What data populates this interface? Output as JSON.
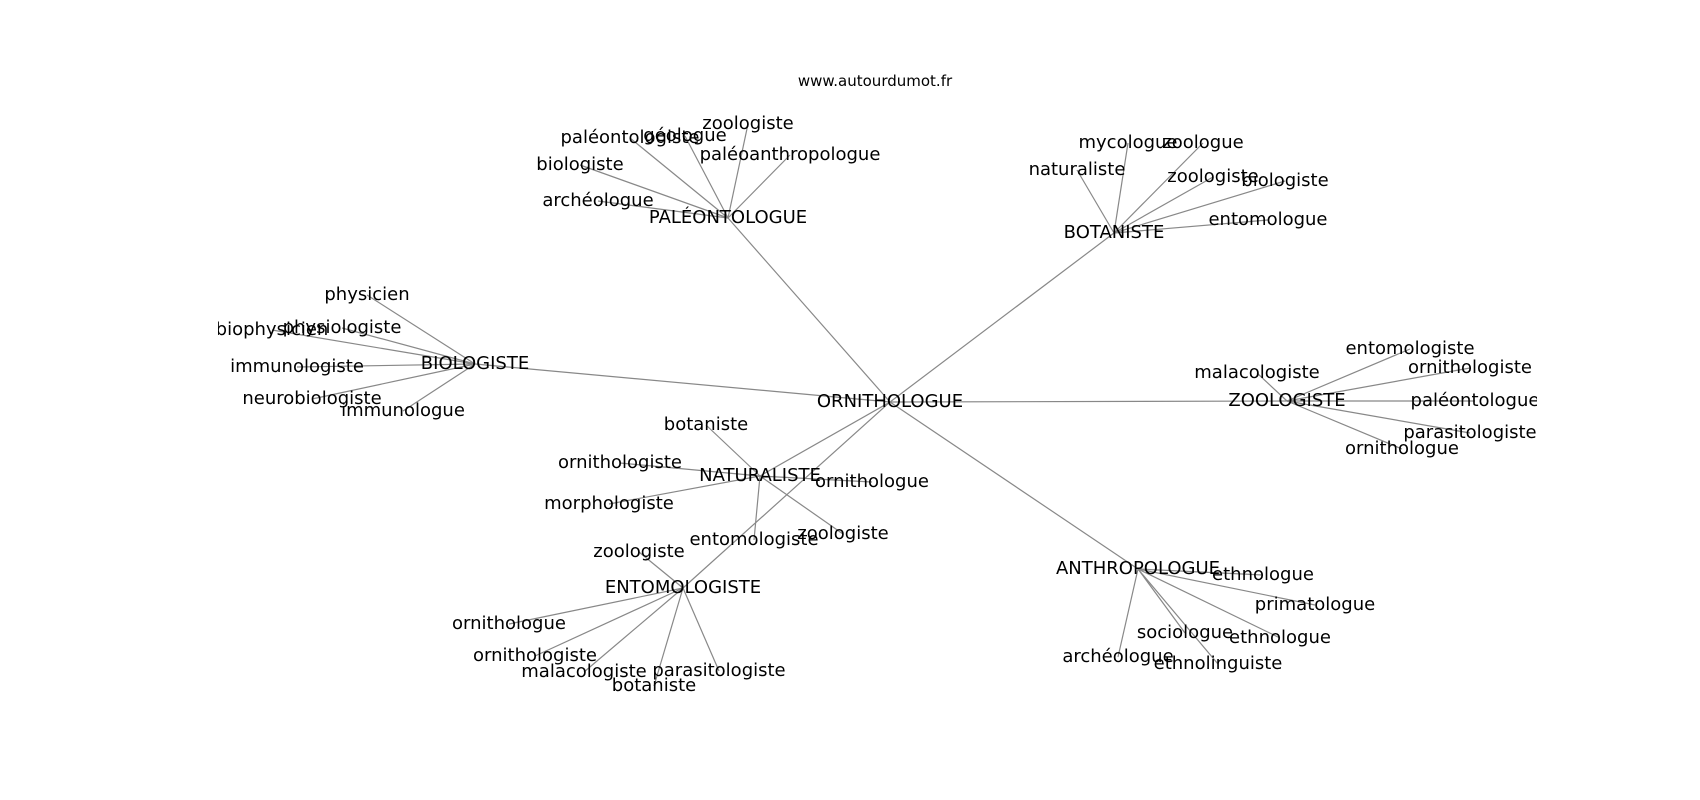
{
  "watermark": "www.autourdumot.fr",
  "colors": {
    "edge": "#888888",
    "text": "#000000",
    "background": "#ffffff"
  },
  "graph": {
    "center": "ORNITHOLOGUE",
    "clusters": [
      {
        "hub": "PALÉONTOLOGUE",
        "leaves": [
          "zoologiste",
          "paléontologiste",
          "géologue",
          "paléoanthropologue",
          "biologiste",
          "archéologue"
        ]
      },
      {
        "hub": "BOTANISTE",
        "leaves": [
          "mycologue",
          "zoologue",
          "naturaliste",
          "zoologiste",
          "biologiste",
          "entomologue"
        ]
      },
      {
        "hub": "BIOLOGISTE",
        "leaves": [
          "physicien",
          "biophysicien",
          "physiologiste",
          "immunologiste",
          "neurobiologiste",
          "immunologue"
        ]
      },
      {
        "hub": "ZOOLOGISTE",
        "leaves": [
          "entomologiste",
          "malacologiste",
          "ornithologiste",
          "paléontologue",
          "parasitologiste",
          "ornithologue"
        ]
      },
      {
        "hub": "NATURALISTE",
        "leaves": [
          "botaniste",
          "ornithologiste",
          "ornithologue",
          "morphologiste",
          "entomologiste",
          "zoologiste"
        ]
      },
      {
        "hub": "ENTOMOLOGISTE",
        "leaves": [
          "zoologiste",
          "ornithologue",
          "ornithologiste",
          "malacologiste",
          "parasitologiste",
          "botaniste"
        ]
      },
      {
        "hub": "ANTHROPOLOGUE",
        "leaves": [
          "ethnologue",
          "primatologue",
          "sociologue",
          "ethnologue",
          "archéologue",
          "ethnolinguiste"
        ]
      }
    ]
  }
}
